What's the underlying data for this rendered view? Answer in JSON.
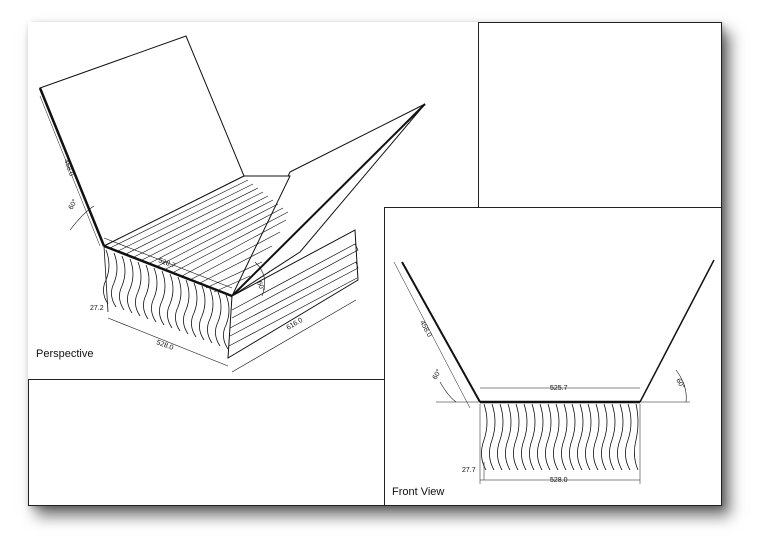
{
  "perspective": {
    "caption": "Perspective",
    "dims": {
      "flap_height": "458.0",
      "flap_angle": "60°",
      "right_angle": "60°",
      "top_width": "528.7",
      "pleat_height": "27.2",
      "bottom_width": "528.0",
      "depth": "616.0"
    }
  },
  "front_view": {
    "caption": "Front View",
    "dims": {
      "flap_height": "458.0",
      "left_angle": "60°",
      "right_angle": "60°",
      "top_width": "525.7",
      "pleat_height": "27.7",
      "bottom_width": "528.0"
    }
  }
}
